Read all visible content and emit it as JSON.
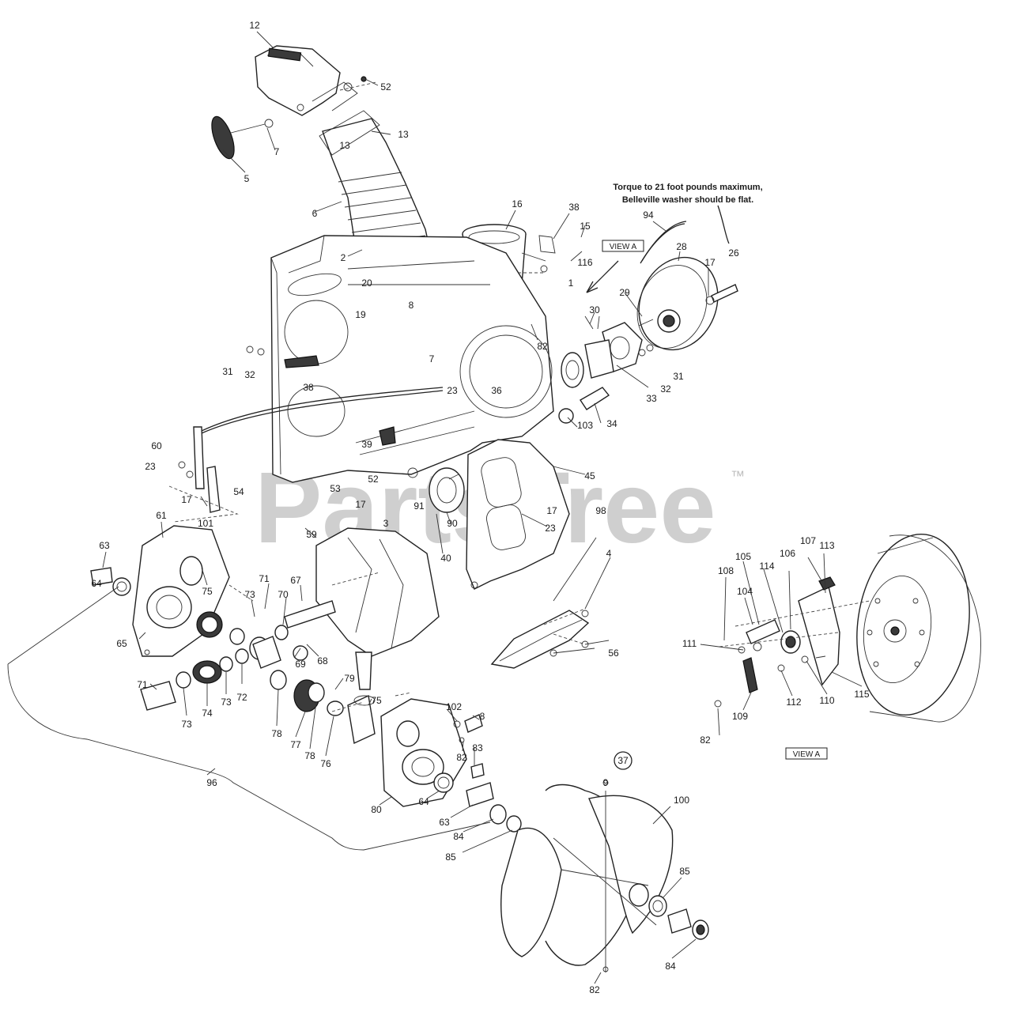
{
  "diagram": {
    "note_lines": [
      "Torque to 21 foot pounds maximum,",
      "Belleville washer should be flat."
    ],
    "view_tags": [
      "VIEW A",
      "VIEW A"
    ],
    "watermark": "PartsTree",
    "watermark_mark": "™",
    "callouts": [
      "12",
      "52",
      "5",
      "7",
      "13",
      "13",
      "6",
      "2",
      "16",
      "38",
      "15",
      "116",
      "94",
      "28",
      "17",
      "26",
      "20",
      "19",
      "8",
      "1",
      "82",
      "29",
      "30",
      "31",
      "32",
      "33",
      "34",
      "103",
      "31",
      "32",
      "38",
      "7",
      "23",
      "36",
      "60",
      "23",
      "17",
      "101",
      "54",
      "39",
      "53",
      "52",
      "17",
      "3",
      "91",
      "90",
      "40",
      "45",
      "17",
      "23",
      "98",
      "4",
      "56",
      "59",
      "61",
      "63",
      "64",
      "65",
      "75",
      "67",
      "71",
      "70",
      "73",
      "68",
      "69",
      "71",
      "73",
      "74",
      "73",
      "72",
      "78",
      "77",
      "79",
      "78",
      "76",
      "75",
      "102",
      "8",
      "82",
      "83",
      "80",
      "64",
      "63",
      "84",
      "85",
      "37",
      "9",
      "100",
      "85",
      "84",
      "82",
      "96",
      "108",
      "105",
      "106",
      "107",
      "113",
      "104",
      "114",
      "111",
      "115",
      "110",
      "112",
      "109",
      "82"
    ]
  }
}
